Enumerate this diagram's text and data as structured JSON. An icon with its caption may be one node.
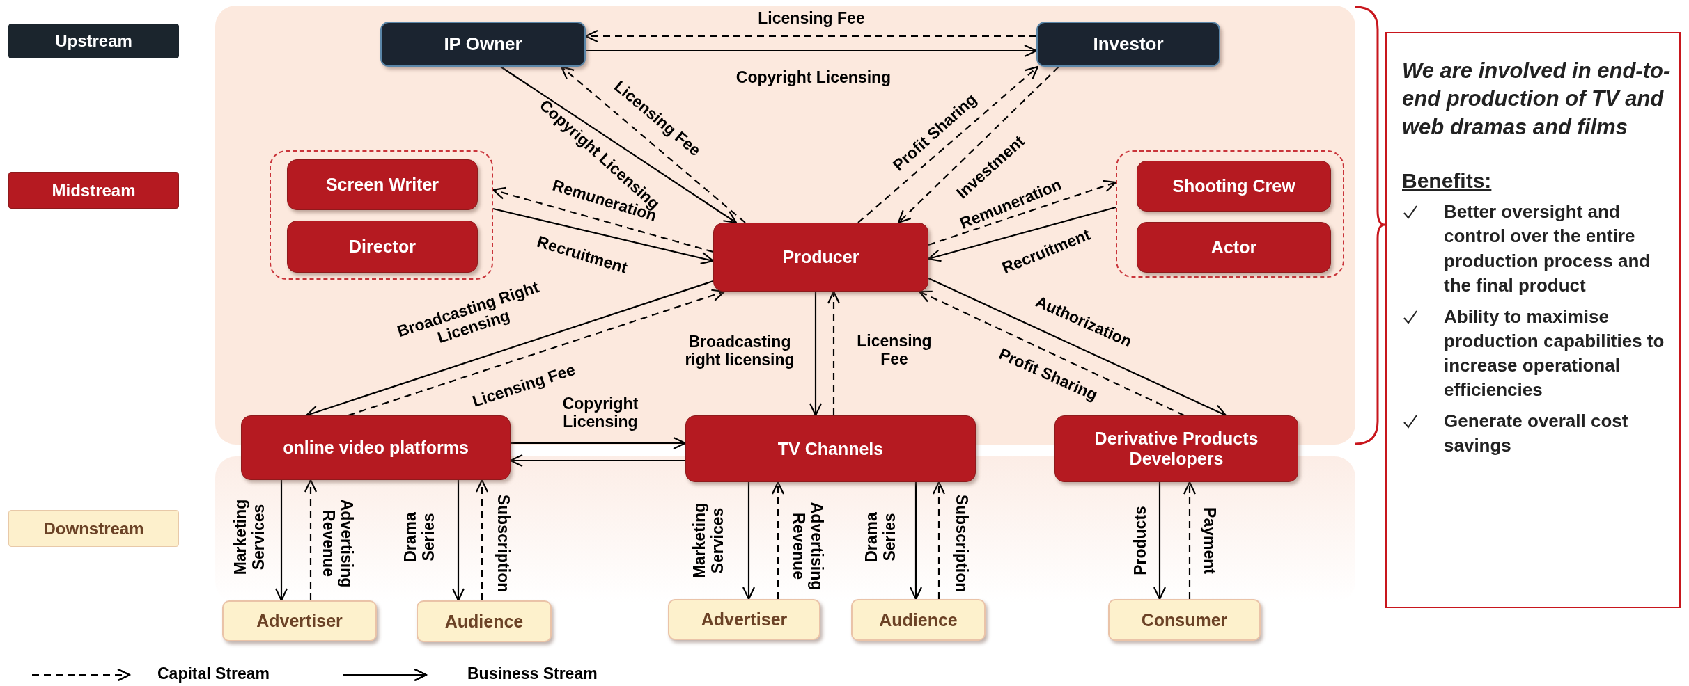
{
  "diagram": {
    "nodes": [
      {
        "text": [
          "Upstream"
        ]
      },
      {
        "text": [
          "IP Owner"
        ]
      },
      {
        "text": [
          "Investor"
        ]
      },
      {
        "text": [
          "Midstream"
        ]
      },
      {
        "text": [],
        "shape": "box"
      },
      {
        "text": [
          "Screen Writer"
        ],
        "in": 4
      },
      {
        "text": [
          "Director"
        ],
        "in": 4
      },
      {
        "text": [
          "Producer"
        ]
      },
      {
        "text": [],
        "shape": "box"
      },
      {
        "text": [
          "Shooting Crew"
        ],
        "in": 8
      },
      {
        "text": [
          "Actor"
        ],
        "in": 8
      },
      {
        "text": [
          "online video platforms"
        ]
      },
      {
        "text": [
          "TV Channels"
        ]
      },
      {
        "text": [
          "Derivative Products Developers"
        ]
      },
      {
        "text": [
          "Downstream"
        ]
      },
      {
        "text": [
          "Advertiser"
        ]
      },
      {
        "text": [
          "Audience"
        ]
      },
      {
        "text": [
          "Advertiser"
        ]
      },
      {
        "text": [
          "Audience"
        ]
      },
      {
        "text": [
          "Consumer"
        ]
      },
      {
        "text": [
          "We are involved in end-to-end production of TV and web dramas and films",
          "Benefits:",
          "Better oversight and control over the entire production process and the final product",
          "Ability to maximise production capabilities to increase operational efficiencies",
          "Generate overall cost savings"
        ]
      }
    ],
    "edges": [
      {
        "from": 1,
        "to": 2,
        "arrow": "to",
        "label": "Copyright Licensing"
      },
      {
        "from": 2,
        "to": 1,
        "arrow": "to",
        "label": "Licensing Fee",
        "style": "dashed"
      },
      {
        "from": 1,
        "to": 7,
        "arrow": "to",
        "label": "Copyright Licensing"
      },
      {
        "from": 7,
        "to": 1,
        "arrow": "to",
        "label": "Licensing Fee",
        "style": "dashed"
      },
      {
        "from": 7,
        "to": 2,
        "arrow": "to",
        "label": "Profit Sharing",
        "style": "dashed"
      },
      {
        "from": 2,
        "to": 7,
        "arrow": "to",
        "label": "Investment",
        "style": "dashed"
      },
      {
        "from": 7,
        "to": 4,
        "arrow": "to",
        "label": "Remuneration",
        "style": "dashed"
      },
      {
        "from": 4,
        "to": 7,
        "arrow": "to",
        "label": "Recruitment"
      },
      {
        "from": 7,
        "to": 8,
        "arrow": "to",
        "label": "Remuneration",
        "style": "dashed"
      },
      {
        "from": 8,
        "to": 7,
        "arrow": "to",
        "label": "Recruitment"
      },
      {
        "from": 7,
        "to": 11,
        "arrow": "to",
        "label": "Broadcasting Right Licensing"
      },
      {
        "from": 11,
        "to": 7,
        "arrow": "to",
        "label": "Licensing Fee",
        "style": "dashed"
      },
      {
        "from": 7,
        "to": 12,
        "arrow": "to",
        "label": "Broadcasting right licensing"
      },
      {
        "from": 12,
        "to": 7,
        "arrow": "to",
        "label": "Licensing Fee",
        "style": "dashed"
      },
      {
        "from": 7,
        "to": 13,
        "arrow": "to",
        "label": "Authorization"
      },
      {
        "from": 13,
        "to": 7,
        "arrow": "to",
        "label": "Profit Sharing",
        "style": "dashed"
      },
      {
        "from": 11,
        "to": 12,
        "arrow": "to",
        "label": "Copyright Licensing"
      },
      {
        "from": 12,
        "to": 11,
        "arrow": "to"
      },
      {
        "from": 11,
        "to": 15,
        "arrow": "to",
        "label": "Marketing Services"
      },
      {
        "from": 15,
        "to": 11,
        "arrow": "to",
        "label": "Advertising Revenue",
        "style": "dashed"
      },
      {
        "from": 11,
        "to": 16,
        "arrow": "to",
        "label": "Drama Series"
      },
      {
        "from": 16,
        "to": 11,
        "arrow": "to",
        "label": "Subscription",
        "style": "dashed"
      },
      {
        "from": 12,
        "to": 17,
        "arrow": "to",
        "label": "Marketing Services"
      },
      {
        "from": 17,
        "to": 12,
        "arrow": "to",
        "label": "Advertising Revenue",
        "style": "dashed"
      },
      {
        "from": 12,
        "to": 18,
        "arrow": "to",
        "label": "Drama Series"
      },
      {
        "from": 18,
        "to": 12,
        "arrow": "to",
        "label": "Subscription",
        "style": "dashed"
      },
      {
        "from": 13,
        "to": 19,
        "arrow": "to",
        "label": "Products"
      },
      {
        "from": 19,
        "to": 13,
        "arrow": "to",
        "label": "Payment",
        "style": "dashed"
      }
    ],
    "legend": [
      {
        "text": "Capital Stream"
      },
      {
        "text": "Business Stream"
      }
    ]
  }
}
